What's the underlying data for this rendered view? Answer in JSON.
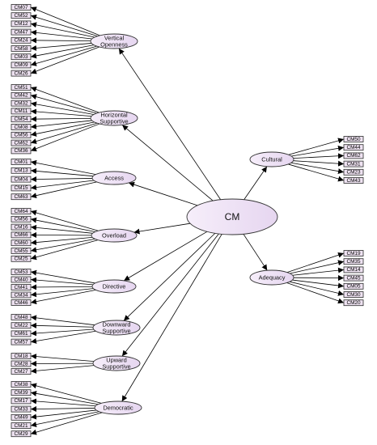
{
  "root": {
    "label": "CM"
  },
  "factors": [
    {
      "id": "vertical-openness",
      "label": [
        "Vertical",
        "Openness"
      ],
      "items": [
        "CM07",
        "CM52",
        "CM12",
        "CM47",
        "CM24",
        "CM58",
        "CM03",
        "CM09",
        "CM26"
      ]
    },
    {
      "id": "horizontal-supportive",
      "label": [
        "Horizontal",
        "Supportive"
      ],
      "items": [
        "CM51",
        "CM42",
        "CM32",
        "CM11",
        "CM54",
        "CM08",
        "CM56",
        "CM62",
        "CM36"
      ]
    },
    {
      "id": "access",
      "label": [
        "Access"
      ],
      "items": [
        "CM01",
        "CM13",
        "CM04",
        "CM15",
        "CM63"
      ]
    },
    {
      "id": "overload",
      "label": [
        "Overload"
      ],
      "items": [
        "CM64",
        "CM56",
        "CM16",
        "CM66",
        "CM60",
        "CM55",
        "CM25"
      ]
    },
    {
      "id": "directive",
      "label": [
        "Directive"
      ],
      "items": [
        "CM53",
        "CM40",
        "CM41",
        "CM34",
        "CM46"
      ]
    },
    {
      "id": "downward-supportive",
      "label": [
        "Downward",
        "Supportive"
      ],
      "items": [
        "CM48",
        "CM22",
        "CM61",
        "CM57"
      ]
    },
    {
      "id": "upward-supportive",
      "label": [
        "Upward",
        "Supportive"
      ],
      "items": [
        "CM18",
        "CM28",
        "CM27"
      ]
    },
    {
      "id": "democratic",
      "label": [
        "Democratic"
      ],
      "items": [
        "CM38",
        "CM39",
        "CM17",
        "CM33",
        "CM49",
        "CM21",
        "CM29"
      ]
    },
    {
      "id": "cultural",
      "label": [
        "Cultural"
      ],
      "items": [
        "CM50",
        "CM44",
        "CM62",
        "CM31",
        "CM23",
        "CM43"
      ]
    },
    {
      "id": "adequacy",
      "label": [
        "Adequacy"
      ],
      "items": [
        "CM19",
        "CM35",
        "CM14",
        "CM45",
        "CM05",
        "CM30",
        "CM20"
      ]
    }
  ]
}
